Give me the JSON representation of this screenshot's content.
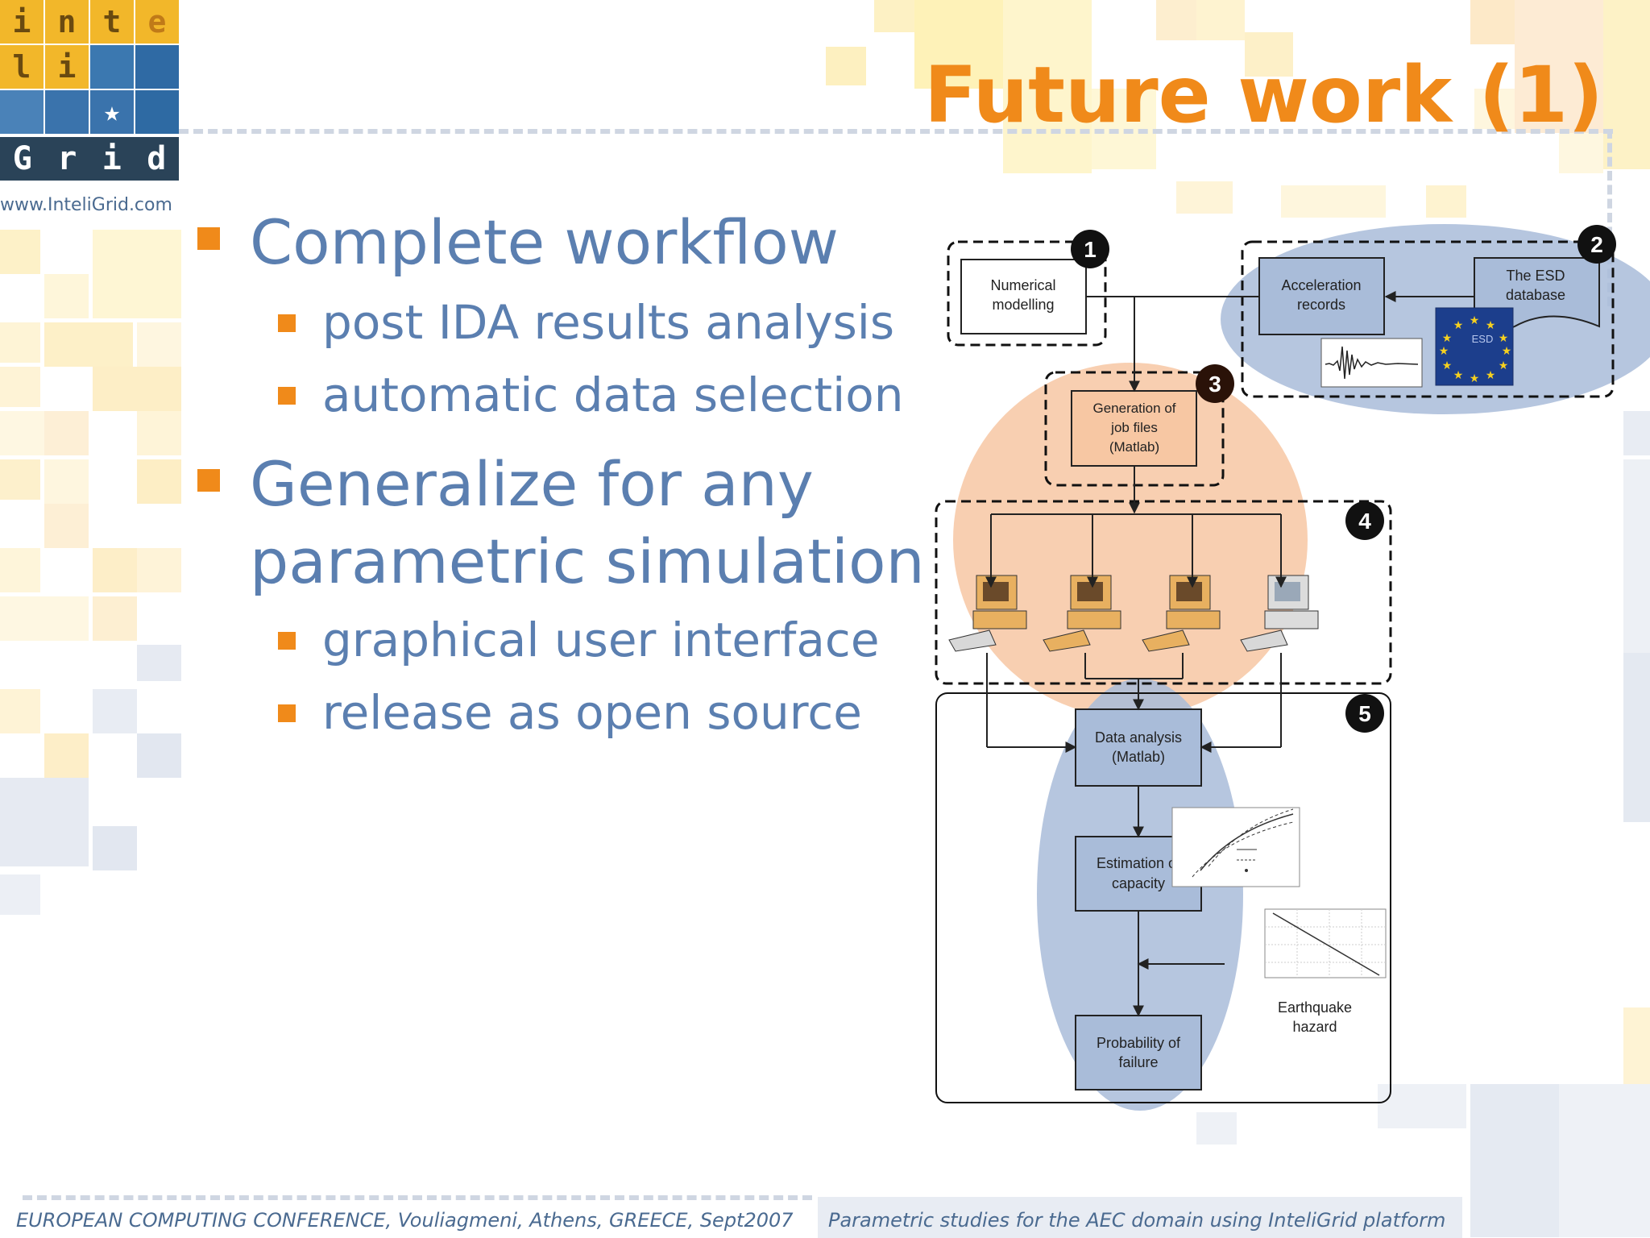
{
  "logo": {
    "letters": [
      "i",
      "n",
      "t",
      "e",
      "l",
      "i"
    ],
    "grid_word": [
      "G",
      "r",
      "i",
      "d"
    ],
    "star": "★",
    "url": "www.InteliGrid.com"
  },
  "title": "Future work (1)",
  "bullets": [
    {
      "text": "Complete workflow",
      "sub": [
        "post IDA results analysis",
        "automatic data selection"
      ]
    },
    {
      "text_lines": [
        "Generalize for any",
        "parametric simulation"
      ],
      "sub": [
        "graphical user interface",
        "release as open source"
      ]
    }
  ],
  "diagram": {
    "step_numbers": [
      "1",
      "2",
      "3",
      "4",
      "5"
    ],
    "numerical_modelling": [
      "Numerical",
      "modelling"
    ],
    "acceleration_records": [
      "Acceleration",
      "records"
    ],
    "esd_database": [
      "The ESD",
      "database"
    ],
    "esd_flag_label": "ESD",
    "generation_job_files": [
      "Generation of",
      "job files",
      "(Matlab)"
    ],
    "data_analysis": [
      "Data analysis",
      "(Matlab)"
    ],
    "estimation_capacity": [
      "Estimation of",
      "capacity"
    ],
    "probability_failure": [
      "Probability of",
      "failure"
    ],
    "earthquake_hazard": [
      "Earthquake",
      "hazard"
    ]
  },
  "footer": {
    "left": "EUROPEAN COMPUTING CONFERENCE, Vouliagmeni, Athens, GREECE, Sept2007",
    "right": "Parametric studies for the AEC domain using InteliGrid platform"
  },
  "colors": {
    "orange": "#f08a1a",
    "bullet_text": "#5b7fb0",
    "blue_ellipse": "#a9bcd9",
    "orange_circle": "#f7c7a3"
  }
}
